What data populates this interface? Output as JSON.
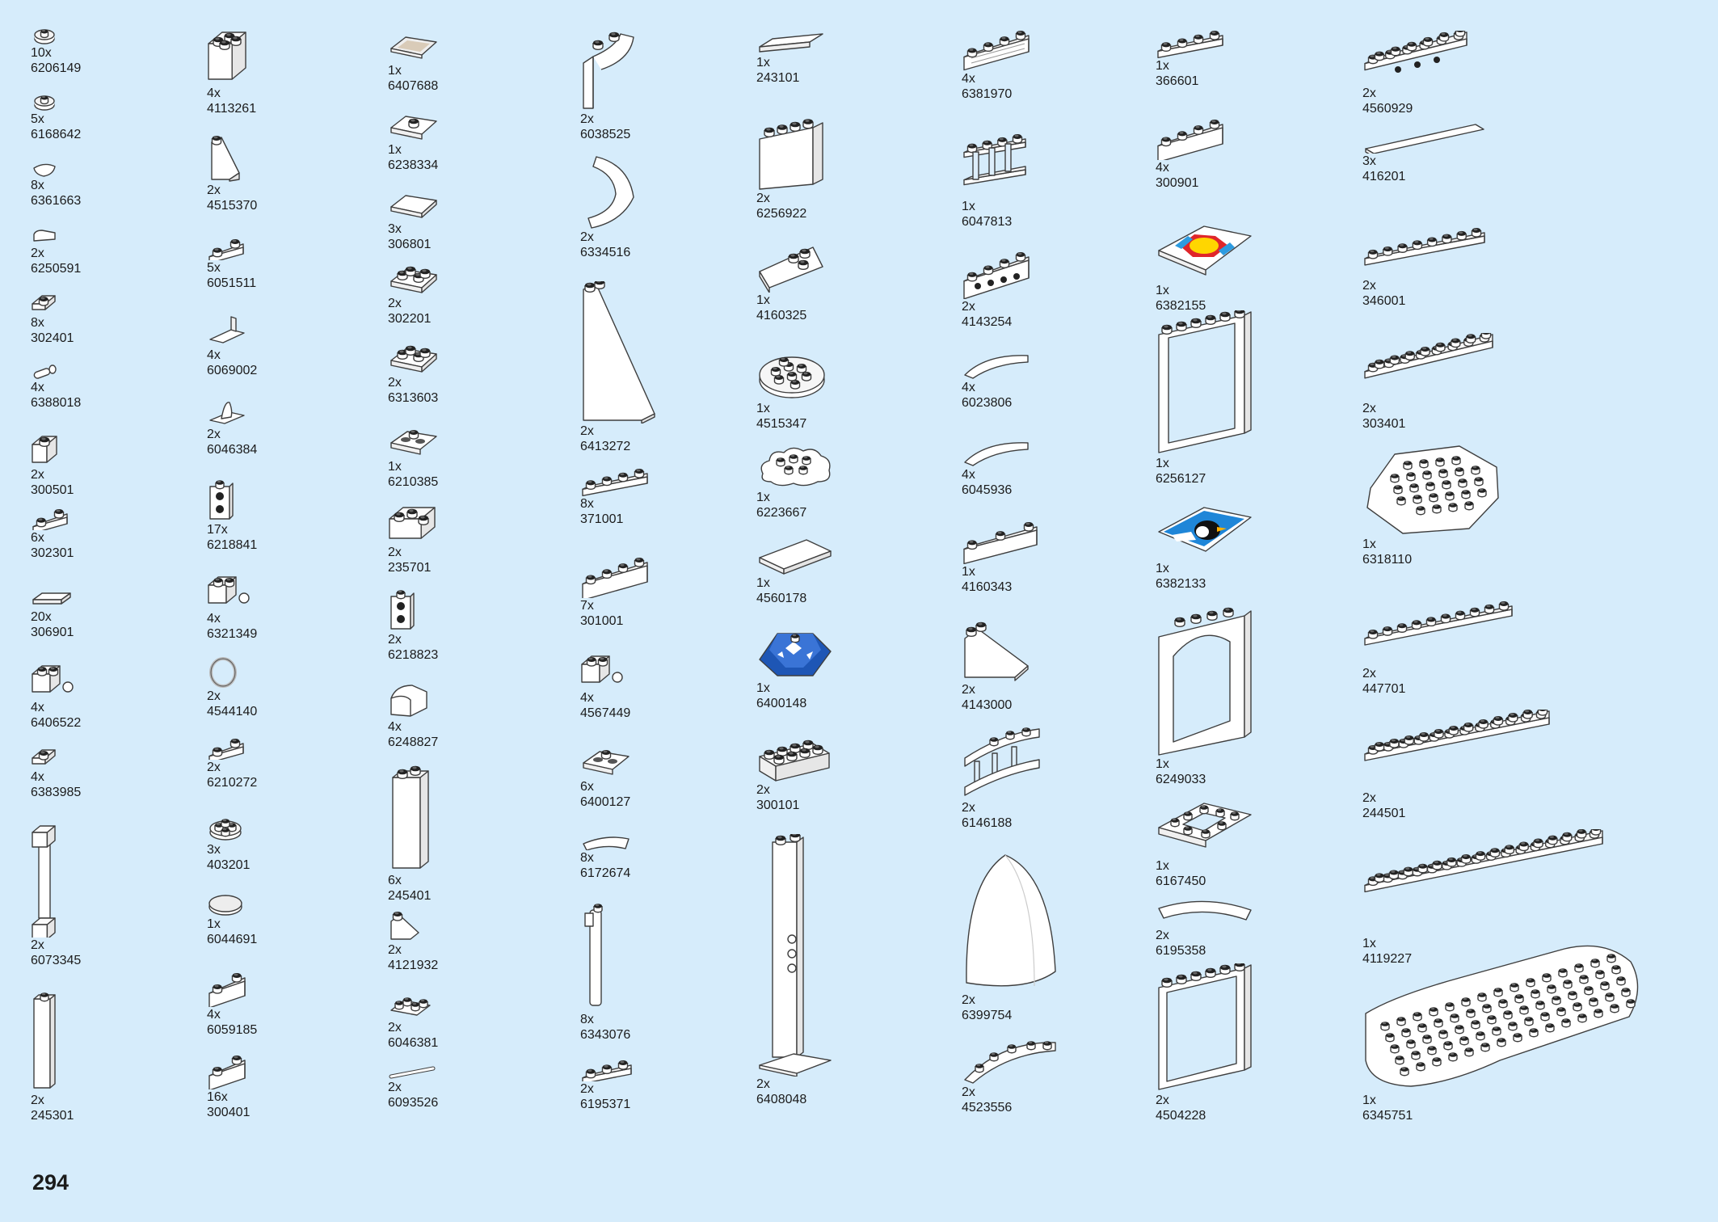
{
  "page_number": "294",
  "columns": [
    [
      {
        "qty": "10x",
        "id": "6206149",
        "shape": "round-plate-small"
      },
      {
        "qty": "5x",
        "id": "6168642",
        "shape": "round-plate-small"
      },
      {
        "qty": "8x",
        "id": "6361663",
        "shape": "petal"
      },
      {
        "qty": "2x",
        "id": "6250591",
        "shape": "tile-curve"
      },
      {
        "qty": "8x",
        "id": "302401",
        "shape": "plate-1x1"
      },
      {
        "qty": "4x",
        "id": "6388018",
        "shape": "bar-small"
      },
      {
        "qty": "2x",
        "id": "300501",
        "shape": "brick-1x1"
      },
      {
        "qty": "6x",
        "id": "302301",
        "shape": "plate-1x2"
      },
      {
        "qty": "20x",
        "id": "306901",
        "shape": "tile-flat"
      },
      {
        "qty": "4x",
        "id": "6406522",
        "shape": "brick-clip"
      },
      {
        "qty": "4x",
        "id": "6383985",
        "shape": "plate-1x1"
      },
      {
        "qty": "2x",
        "id": "6073345",
        "shape": "lamp-post"
      },
      {
        "qty": "2x",
        "id": "245301",
        "shape": "pillar"
      }
    ],
    [
      {
        "qty": "4x",
        "id": "4113261",
        "shape": "brick-2x2"
      },
      {
        "qty": "2x",
        "id": "4515370",
        "shape": "slope-tall"
      },
      {
        "qty": "5x",
        "id": "6051511",
        "shape": "plate-1x2"
      },
      {
        "qty": "4x",
        "id": "6069002",
        "shape": "bracket"
      },
      {
        "qty": "2x",
        "id": "6046384",
        "shape": "horn"
      },
      {
        "qty": "17x",
        "id": "6218841",
        "shape": "brick-studs-side"
      },
      {
        "qty": "4x",
        "id": "6321349",
        "shape": "brick-clip"
      },
      {
        "qty": "2x",
        "id": "4544140",
        "shape": "ring"
      },
      {
        "qty": "2x",
        "id": "6210272",
        "shape": "plate-1x2"
      },
      {
        "qty": "3x",
        "id": "403201",
        "shape": "round-plate-2x2"
      },
      {
        "qty": "1x",
        "id": "6044691",
        "shape": "round-tile"
      },
      {
        "qty": "4x",
        "id": "6059185",
        "shape": "brick-1x2"
      },
      {
        "qty": "16x",
        "id": "300401",
        "shape": "brick-1x2"
      }
    ],
    [
      {
        "qty": "1x",
        "id": "6407688",
        "shape": "grille-tile"
      },
      {
        "qty": "1x",
        "id": "6238334",
        "shape": "jumper-plate"
      },
      {
        "qty": "3x",
        "id": "306801",
        "shape": "tile-2x2"
      },
      {
        "qty": "2x",
        "id": "302201",
        "shape": "plate-2x2"
      },
      {
        "qty": "2x",
        "id": "6313603",
        "shape": "plate-2x2"
      },
      {
        "qty": "1x",
        "id": "6210385",
        "shape": "plate-studs-inv"
      },
      {
        "qty": "2x",
        "id": "235701",
        "shape": "corner-brick"
      },
      {
        "qty": "2x",
        "id": "6218823",
        "shape": "brick-studs-side"
      },
      {
        "qty": "4x",
        "id": "6248827",
        "shape": "arch-curve"
      },
      {
        "qty": "6x",
        "id": "245401",
        "shape": "pillar-wide"
      },
      {
        "qty": "2x",
        "id": "4121932",
        "shape": "slope-small"
      },
      {
        "qty": "2x",
        "id": "6046381",
        "shape": "plate-rail"
      },
      {
        "qty": "2x",
        "id": "6093526",
        "shape": "bar"
      }
    ],
    [
      {
        "qty": "2x",
        "id": "6038525",
        "shape": "arch-brick"
      },
      {
        "qty": "2x",
        "id": "6334516",
        "shape": "curved-arch"
      },
      {
        "qty": "2x",
        "id": "6413272",
        "shape": "tall-slope"
      },
      {
        "qty": "8x",
        "id": "371001",
        "shape": "plate-long"
      },
      {
        "qty": "7x",
        "id": "301001",
        "shape": "brick-long"
      },
      {
        "qty": "4x",
        "id": "4567449",
        "shape": "brick-clip"
      },
      {
        "qty": "6x",
        "id": "6400127",
        "shape": "plate-studs-inv"
      },
      {
        "qty": "8x",
        "id": "6172674",
        "shape": "arc-tile"
      },
      {
        "qty": "8x",
        "id": "6343076",
        "shape": "bar-holder"
      },
      {
        "qty": "2x",
        "id": "6195371",
        "shape": "plate-1x4"
      }
    ],
    [
      {
        "qty": "1x",
        "id": "243101",
        "shape": "tile-long"
      },
      {
        "qty": "2x",
        "id": "6256922",
        "shape": "panel"
      },
      {
        "qty": "1x",
        "id": "4160325",
        "shape": "wedge-plate"
      },
      {
        "qty": "1x",
        "id": "4515347",
        "shape": "round-plate-4x4"
      },
      {
        "qty": "1x",
        "id": "6223667",
        "shape": "cloud"
      },
      {
        "qty": "1x",
        "id": "4560178",
        "shape": "tile-large"
      },
      {
        "qty": "1x",
        "id": "6400148",
        "shape": "blue-dome"
      },
      {
        "qty": "2x",
        "id": "300101",
        "shape": "brick-2x4"
      },
      {
        "qty": "2x",
        "id": "6408048",
        "shape": "tall-pole"
      }
    ],
    [
      {
        "qty": "4x",
        "id": "6381970",
        "shape": "brick-ridged"
      },
      {
        "qty": "1x",
        "id": "6047813",
        "shape": "fence"
      },
      {
        "qty": "2x",
        "id": "4143254",
        "shape": "technic-brick"
      },
      {
        "qty": "4x",
        "id": "6023806",
        "shape": "curved-slope"
      },
      {
        "qty": "4x",
        "id": "6045936",
        "shape": "curved-slope"
      },
      {
        "qty": "1x",
        "id": "4160343",
        "shape": "wedge-brick"
      },
      {
        "qty": "2x",
        "id": "4143000",
        "shape": "slope-large"
      },
      {
        "qty": "2x",
        "id": "6146188",
        "shape": "curved-fence"
      },
      {
        "qty": "2x",
        "id": "6399754",
        "shape": "cone-dome"
      },
      {
        "qty": "2x",
        "id": "4523556",
        "shape": "curved-plate"
      }
    ],
    [
      {
        "qty": "1x",
        "id": "366601",
        "shape": "plate-long"
      },
      {
        "qty": "4x",
        "id": "300901",
        "shape": "brick-long"
      },
      {
        "qty": "1x",
        "id": "6382155",
        "shape": "sun-tile"
      },
      {
        "qty": "1x",
        "id": "6256127",
        "shape": "window-frame"
      },
      {
        "qty": "1x",
        "id": "6382133",
        "shape": "penguin-tile"
      },
      {
        "qty": "1x",
        "id": "6249033",
        "shape": "arch-window"
      },
      {
        "qty": "1x",
        "id": "6167450",
        "shape": "frame-plate"
      },
      {
        "qty": "2x",
        "id": "6195358",
        "shape": "curved-tile"
      },
      {
        "qty": "2x",
        "id": "4504228",
        "shape": "panel-large"
      }
    ],
    [
      {
        "qty": "2x",
        "id": "4560929",
        "shape": "plate-technic"
      },
      {
        "qty": "3x",
        "id": "416201",
        "shape": "tile-very-long"
      },
      {
        "qty": "2x",
        "id": "346001",
        "shape": "plate-long-xl"
      },
      {
        "qty": "2x",
        "id": "303401",
        "shape": "plate-2x8"
      },
      {
        "qty": "1x",
        "id": "6318110",
        "shape": "octagon-plate"
      },
      {
        "qty": "2x",
        "id": "447701",
        "shape": "plate-1x10"
      },
      {
        "qty": "2x",
        "id": "244501",
        "shape": "plate-2x12"
      },
      {
        "qty": "1x",
        "id": "4119227",
        "shape": "plate-2x16"
      },
      {
        "qty": "1x",
        "id": "6345751",
        "shape": "big-round-plate"
      }
    ]
  ]
}
